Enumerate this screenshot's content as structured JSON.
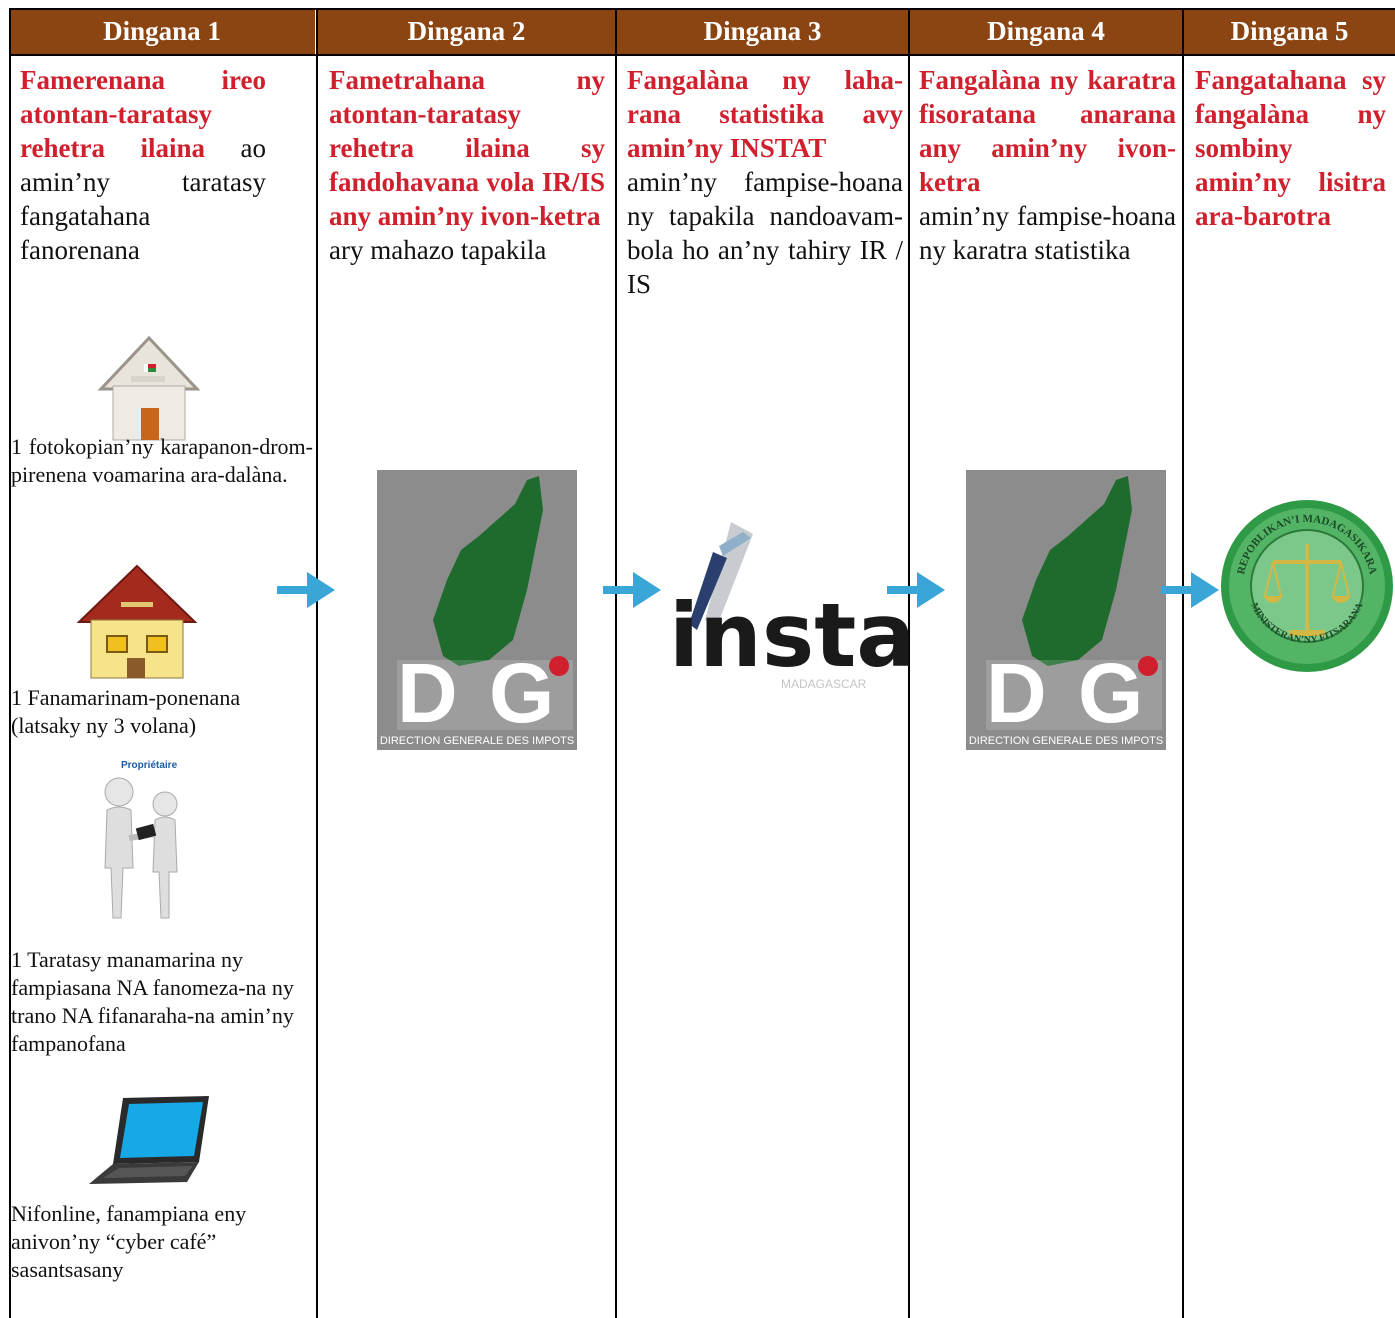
{
  "header": {
    "step1": "Dingana 1",
    "step2": "Dingana 2",
    "step3": "Dingana 3",
    "step4": "Dingana 4",
    "step5": "Dingana 5"
  },
  "step1": {
    "title": "Famerenana ireo atontan-taratasy rehetra ilaina",
    "desc": " ao amin’ny taratasy fangatahana fanorenana",
    "doc1": "1 fotokopian’ny karapanon-drom-pirenena voamarina ara-dalàna.",
    "doc2": "1 Fanamarinam-ponenana (latsaky ny 3 volana)",
    "doc3_label": "Propriétaire",
    "doc3": "1 Taratasy manamarina ny fampiasana NA fanomeza-na ny trano NA fifanaraha-na amin’ny fampanofana",
    "doc4": "Nifonline, fanampiana eny anivon’ny “cyber café” sasantsasany"
  },
  "step2": {
    "title": "Fametrahana ny atontan-taratasy rehetra ilaina sy fandohavana vola IR/IS any amin’ny ivon-ketra",
    "desc": "ary mahazo tapakila",
    "logo_text": "DIRECTION GENERALE DES IMPOTS"
  },
  "step3": {
    "title": "Fangalàna ny laha-rana statistika avy amin’ny INSTAT",
    "desc": "amin’ny fampise-hoana ny tapakila nandoavam-bola ho an’ny tahiry IR / IS",
    "logo_text": "instat",
    "logo_sub": "MADAGASCAR"
  },
  "step4": {
    "title": "Fangalàna ny karatra fisoratana anarana any amin’ny ivon-ketra",
    "desc": "amin’ny fampise-hoana ny karatra statistika",
    "logo_text": "DIRECTION GENERALE DES IMPOTS"
  },
  "step5": {
    "title": "Fangatahana sy fangalàna ny sombiny amin’ny lisitra ara-barotra",
    "seal_top": "REPOBLIKAN’I MADAGASIKARA",
    "seal_bottom": "MINISTERAN’NY FITSARANA"
  },
  "colors": {
    "header_bg": "#8B4513",
    "title_red": "#d0202d",
    "arrow_blue": "#3aa6d8",
    "dgi_green": "#1f6b2e",
    "dgi_gray": "#8c8c8c"
  }
}
